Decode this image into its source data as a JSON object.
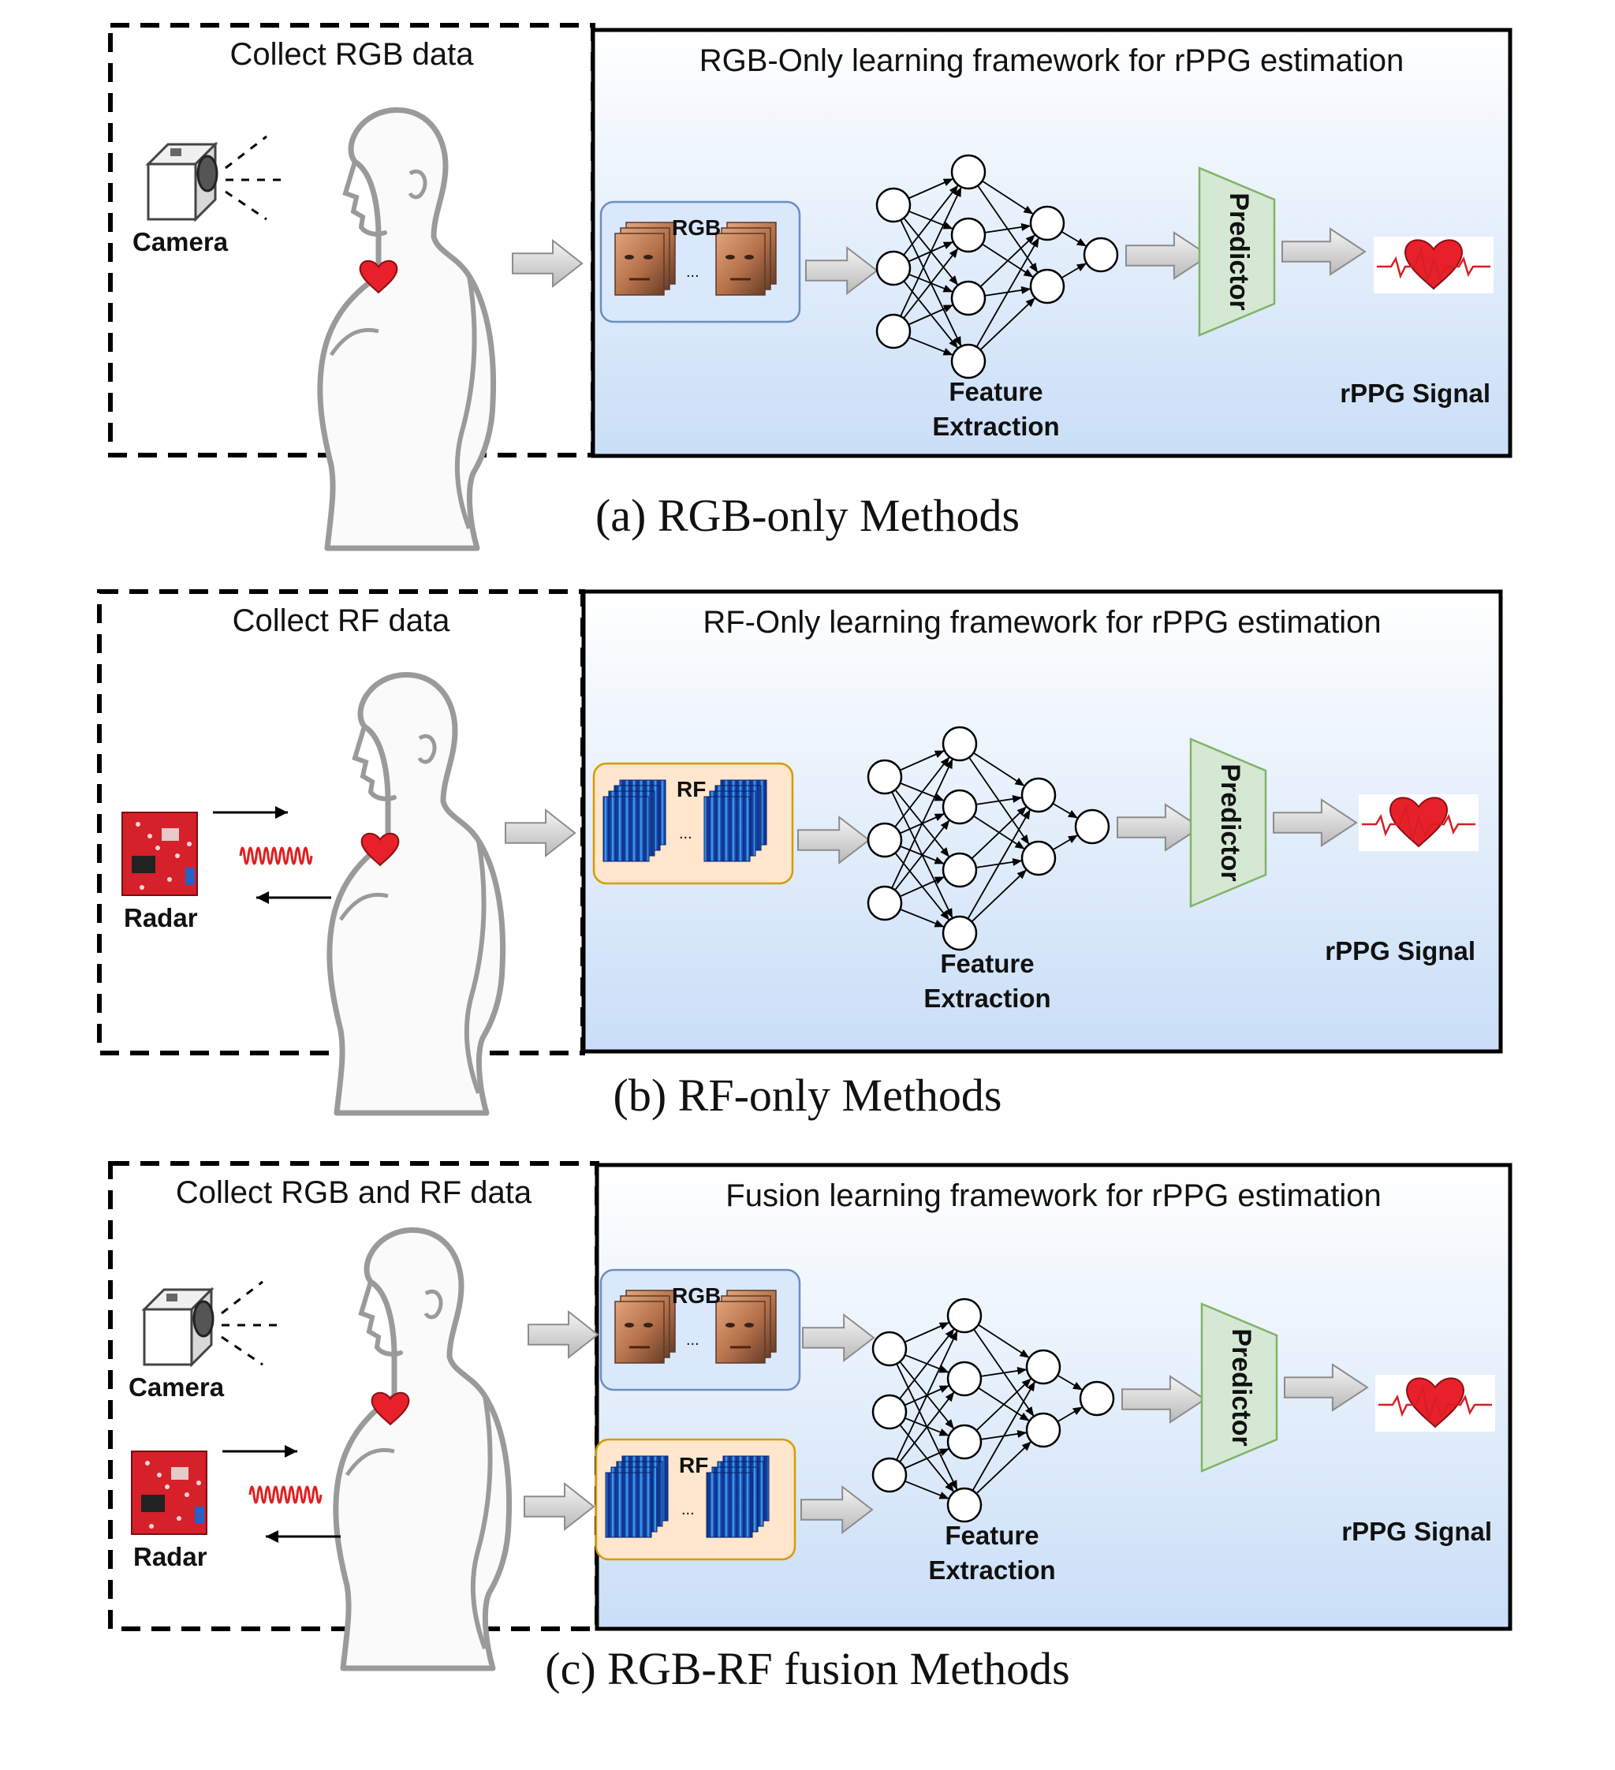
{
  "panels": [
    {
      "id": "a",
      "collect_title": "Collect RGB  data",
      "framework_title": "RGB-Only learning framework for rPPG estimation",
      "camera_label": "Camera",
      "radar_label": "",
      "rgb_tag": "RGB",
      "rf_tag": "",
      "ellipsis": "...",
      "feature_label_line1": "Feature",
      "feature_label_line2": "Extraction",
      "predictor_label": "Predictor",
      "signal_label": "rPPG Signal",
      "caption": "(a) RGB-only Methods"
    },
    {
      "id": "b",
      "collect_title": "Collect RF data",
      "framework_title": "RF-Only learning framework for rPPG estimation",
      "camera_label": "",
      "radar_label": "Radar",
      "rgb_tag": "",
      "rf_tag": "RF",
      "ellipsis": "...",
      "feature_label_line1": "Feature",
      "feature_label_line2": "Extraction",
      "predictor_label": "Predictor",
      "signal_label": "rPPG Signal",
      "caption": "(b) RF-only Methods"
    },
    {
      "id": "c",
      "collect_title": "Collect RGB and RF data",
      "framework_title": "Fusion learning framework for rPPG estimation",
      "camera_label": "Camera",
      "radar_label": "Radar",
      "rgb_tag": "RGB",
      "rf_tag": "RF",
      "ellipsis": "...",
      "feature_label_line1": "Feature",
      "feature_label_line2": "Extraction",
      "predictor_label": "Predictor",
      "signal_label": "rPPG Signal",
      "caption": "(c) RGB-RF fusion Methods"
    }
  ],
  "colors": {
    "framework_gradient_top": "#ffffff",
    "framework_gradient_bottom": "#c9def7",
    "predictor_fill": "#d5e8d4",
    "predictor_stroke": "#82b366",
    "rgb_box_fill": "#dae8fc",
    "rgb_box_stroke": "#6c8ebf",
    "rf_box_fill": "#ffe6cc",
    "rf_box_stroke": "#d79b00",
    "heart": "#e8202a",
    "radar_board": "#d6202a"
  }
}
